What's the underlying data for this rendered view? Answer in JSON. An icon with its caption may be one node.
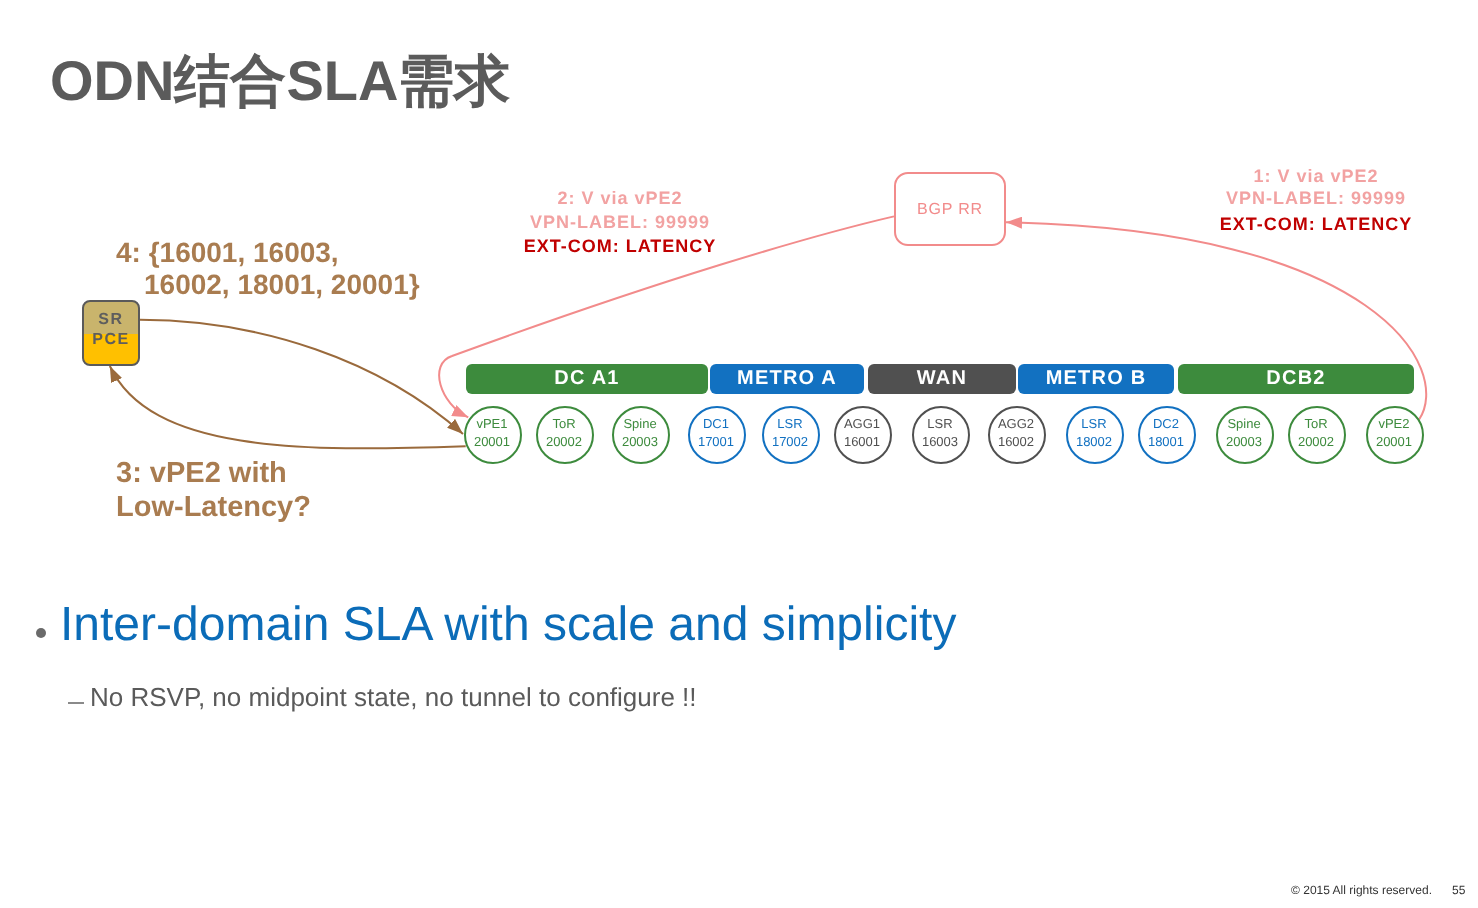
{
  "diagram": {
    "title": "ODN结合SLA需求",
    "nodes": [
      {
        "text": [
          "BGP RR"
        ]
      },
      {
        "text": [
          "SR PCE"
        ]
      },
      {
        "text": [
          "DC A1"
        ]
      },
      {
        "text": [
          "METRO A"
        ]
      },
      {
        "text": [
          "WAN"
        ]
      },
      {
        "text": [
          "METRO B"
        ]
      },
      {
        "text": [
          "DCB2"
        ]
      },
      {
        "text": [
          "vPE1",
          "20001"
        ]
      },
      {
        "text": [
          "ToR",
          "20002"
        ]
      },
      {
        "text": [
          "Spine",
          "20003"
        ]
      },
      {
        "text": [
          "DC1",
          "17001"
        ]
      },
      {
        "text": [
          "LSR",
          "17002"
        ]
      },
      {
        "text": [
          "AGG1",
          "16001"
        ]
      },
      {
        "text": [
          "LSR",
          "16003"
        ]
      },
      {
        "text": [
          "AGG2",
          "16002"
        ]
      },
      {
        "text": [
          "LSR",
          "18002"
        ]
      },
      {
        "text": [
          "DC2",
          "18001"
        ]
      },
      {
        "text": [
          "Spine",
          "20003"
        ]
      },
      {
        "text": [
          "ToR",
          "20002"
        ]
      },
      {
        "text": [
          "vPE2",
          "20001"
        ]
      }
    ],
    "edges": [
      {
        "from": 19,
        "to": 0,
        "arrow": "to",
        "color": "#f28b8b"
      },
      {
        "from": 0,
        "to": 7,
        "arrow": "to",
        "color": "#f28b8b"
      },
      {
        "from": 1,
        "to": 7,
        "arrow": "to",
        "color": "#9a6a3c"
      },
      {
        "from": 7,
        "to": 1,
        "arrow": "to",
        "color": "#9a6a3c"
      }
    ],
    "labels": [
      "2: V via vPE2",
      "VPN-LABEL: 99999",
      "EXT-COM: LATENCY",
      "1: V via vPE2",
      "VPN-LABEL: 99999",
      "EXT-COM: LATENCY",
      "4: {16001, 16003, 16002, 18001, 20001}",
      "3: vPE2 with Low-Latency?",
      "Inter-domain SLA with scale and simplicity",
      "No RSVP, no midpoint state, no tunnel to configure !!",
      "© 2015 All rights reserved.",
      "55"
    ]
  }
}
